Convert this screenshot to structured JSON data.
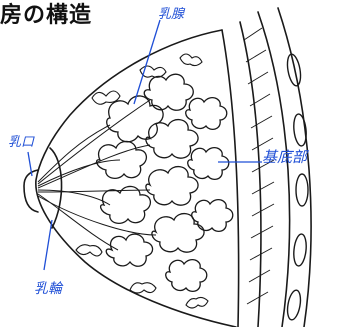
{
  "title": "房の構造",
  "labels": {
    "mammary_gland": "乳腺",
    "nipple": "乳口",
    "areola": "乳輪",
    "base": "基底部"
  },
  "colors": {
    "outline": "#1a1a1a",
    "label": "#1f4fd6"
  }
}
